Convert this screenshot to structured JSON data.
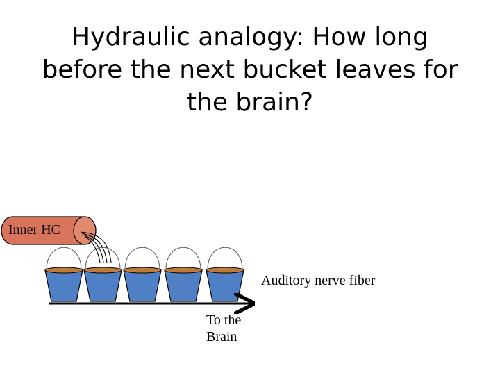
{
  "slide": {
    "title": "Hydraulic analogy: How long\nbefore the next bucket leaves for\nthe brain?"
  },
  "labels": {
    "inner_hc": "Inner HC",
    "nerve_fiber": "Auditory nerve fiber",
    "to_brain": "To the\nBrain"
  },
  "colors": {
    "hair_cell": "#d9745c",
    "bucket": "#4f7fc4",
    "bucket_fill": "#c07a3a"
  },
  "diagram": {
    "bucket_count": 5,
    "icon": "bucket-icon"
  }
}
